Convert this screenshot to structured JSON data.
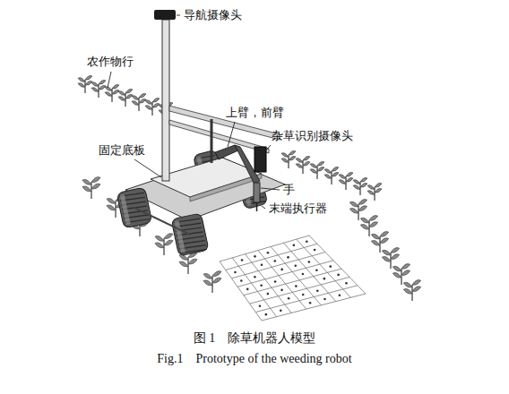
{
  "diagram": {
    "caption": "图 1　除草机器人模型",
    "labels": [
      "导航摄像头",
      "农作物行",
      "上臂，前臂",
      "杂草识别摄像头",
      "固定底板",
      "手",
      "末端执行器",
      "Fig.1　Prototype of the weeding robot"
    ]
  }
}
